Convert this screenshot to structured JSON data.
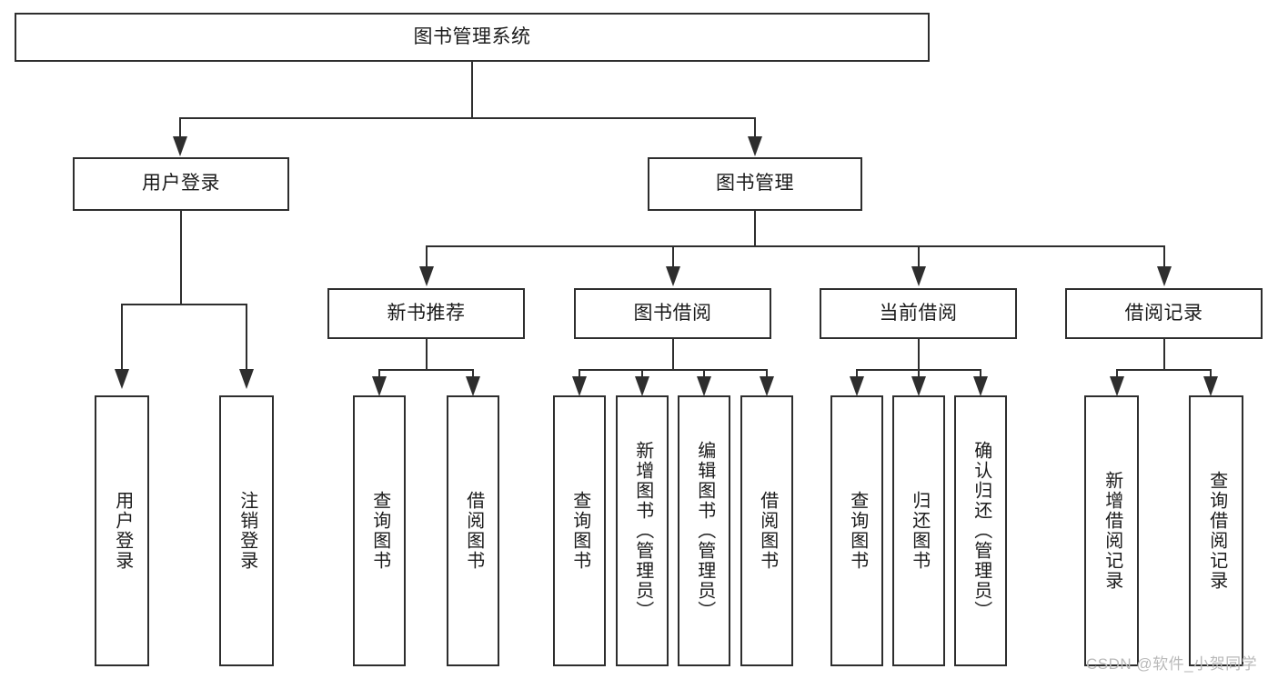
{
  "diagram": {
    "type": "tree",
    "title": "图书管理系统",
    "root": {
      "label": "图书管理系统"
    },
    "level2": [
      {
        "label": "用户登录"
      },
      {
        "label": "图书管理"
      }
    ],
    "level3": [
      {
        "label": "新书推荐"
      },
      {
        "label": "图书借阅"
      },
      {
        "label": "当前借阅"
      },
      {
        "label": "借阅记录"
      }
    ],
    "leaves": {
      "user_login": [
        {
          "label": "用户登录"
        },
        {
          "label": "注销登录"
        }
      ],
      "new_book_recommend": [
        {
          "label": "查询图书"
        },
        {
          "label": "借阅图书"
        }
      ],
      "book_borrow": [
        {
          "label": "查询图书"
        },
        {
          "label": "新增图书（管理员）"
        },
        {
          "label": "编辑图书（管理员）"
        },
        {
          "label": "借阅图书"
        }
      ],
      "current_borrow": [
        {
          "label": "查询图书"
        },
        {
          "label": "归还图书"
        },
        {
          "label": "确认归还（管理员）"
        }
      ],
      "borrow_record": [
        {
          "label": "新增借阅记录"
        },
        {
          "label": "查询借阅记录"
        }
      ]
    }
  },
  "watermark": {
    "text": "CSDN @软件_小贺同学"
  },
  "colors": {
    "stroke": "#2e2e2e",
    "fill": "#ffffff",
    "text": "#1b1b1b",
    "watermark": "#b9b9b9"
  }
}
